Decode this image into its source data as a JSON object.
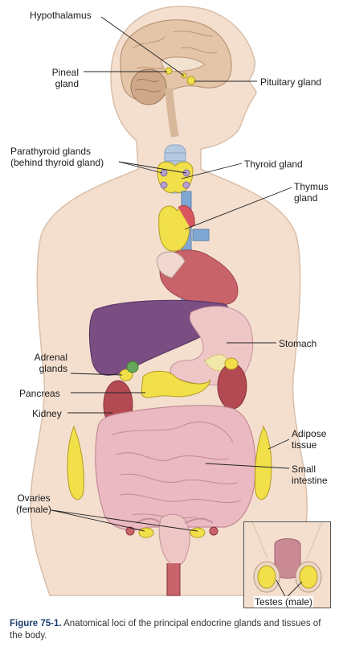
{
  "labels": {
    "hypothalamus": "Hypothalamus",
    "pineal_line1": "Pineal",
    "pineal_line2": "gland",
    "pituitary": "Pituitary gland",
    "parathyroid_line1": "Parathyroid glands",
    "parathyroid_line2": "(behind thyroid gland)",
    "thyroid": "Thyroid gland",
    "thymus_line1": "Thymus",
    "thymus_line2": "gland",
    "stomach": "Stomach",
    "adrenal_line1": "Adrenal",
    "adrenal_line2": "glands",
    "pancreas": "Pancreas",
    "kidney": "Kidney",
    "adipose_line1": "Adipose",
    "adipose_line2": "tissue",
    "small_intestine_line1": "Small",
    "small_intestine_line2": "intestine",
    "ovaries_line1": "Ovaries",
    "ovaries_line2": "(female)",
    "testes": "Testes (male)"
  },
  "caption": {
    "figure_label": "Figure 75-1.",
    "text": "Anatomical loci of the principal endocrine glands and tissues of the body."
  },
  "colors": {
    "skin": "#f4dfcf",
    "skin_outline": "#d9bfa9",
    "gland_yellow": "#f1e04a",
    "liver": "#7a4d83",
    "heart": "#c9636a",
    "kidney": "#b34a52",
    "intestine": "#eab9c1",
    "stomach": "#efc6c6",
    "trachea": "#b7c9e0",
    "caption_blue": "#1a3d6e"
  }
}
